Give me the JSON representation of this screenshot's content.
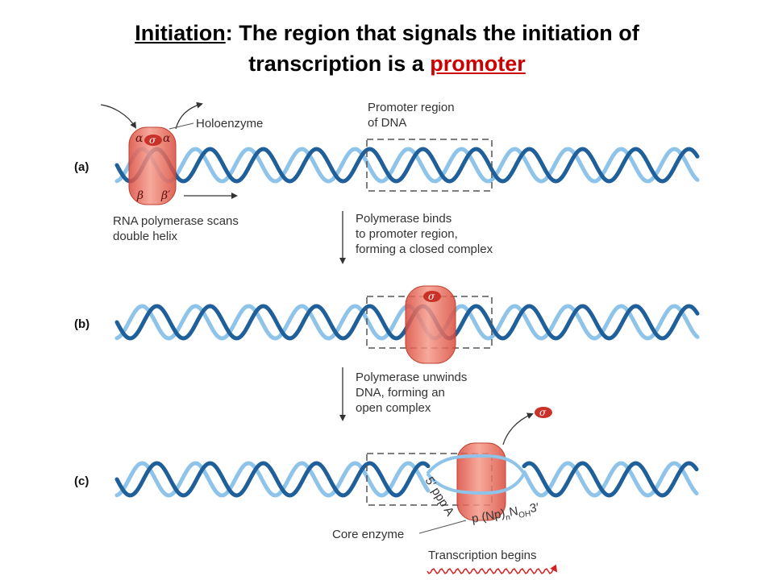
{
  "title": {
    "line1_word": "Initiation",
    "line1_rest": ": The region that signals the initiation of",
    "line2_text": "transcription is a ",
    "line2_term": "promoter"
  },
  "panels": {
    "a": "(a)",
    "b": "(b)",
    "c": "(c)"
  },
  "labels": {
    "holoenzyme": "Holoenzyme",
    "promoter_region_1": "Promoter region",
    "promoter_region_2": "of DNA",
    "scan_1": "RNA polymerase scans",
    "scan_2": "double helix",
    "bind_1": "Polymerase binds",
    "bind_2": "to promoter region,",
    "bind_3": "forming a closed complex",
    "unwind_1": "Polymerase unwinds",
    "unwind_2": "DNA, forming an",
    "unwind_3": "open complex",
    "core_enzyme": "Core enzyme",
    "transcription_begins": "Transcription begins",
    "rna_5": "5′ ppp A",
    "rna_mid": "p (Np)",
    "rna_end": "n",
    "rna_noh": "N",
    "rna_oh": "OH",
    "rna_3": "3′"
  },
  "subunits": {
    "alpha": "α",
    "sigma": "σ",
    "beta": "β",
    "beta_prime": "β′"
  },
  "colors": {
    "dna_dark": "#1f5f9a",
    "dna_light": "#8ec3ea",
    "polymerase": "#e0584a",
    "polymerase_light": "#f6b5a8",
    "title_term": "#cc0000",
    "rna": "#d42020"
  }
}
